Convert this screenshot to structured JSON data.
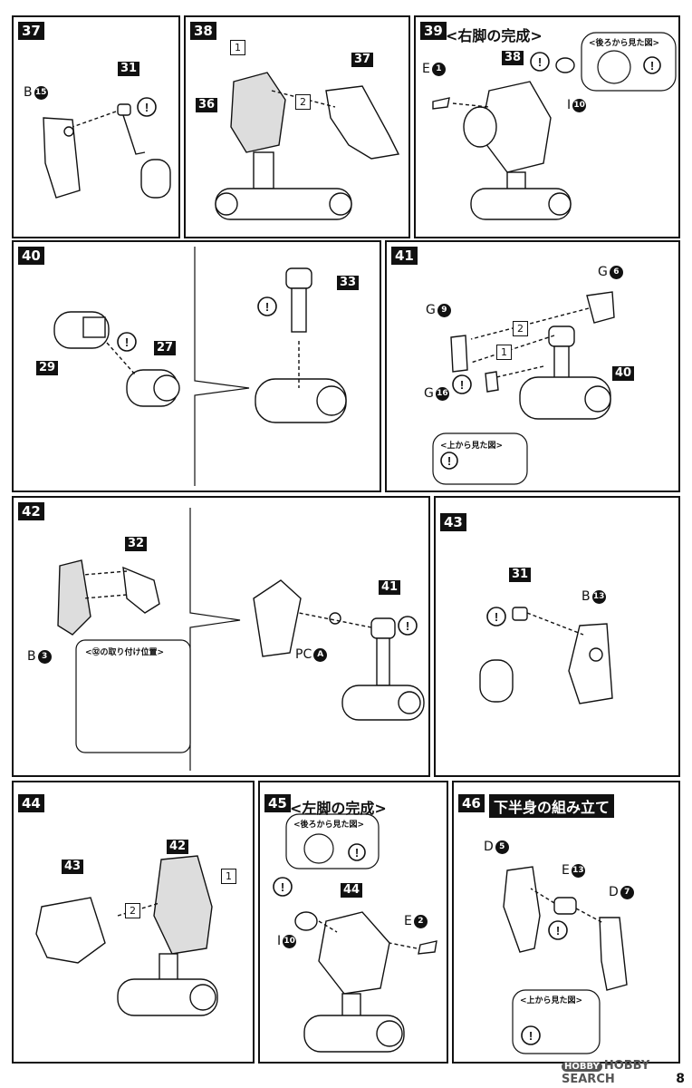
{
  "steps": {
    "s37": {
      "num": "37",
      "part": "31",
      "b_label": "B",
      "b_num": "15"
    },
    "s38": {
      "num": "38",
      "p36": "36",
      "p37": "37",
      "order1": "1",
      "order2": "2"
    },
    "s39": {
      "num": "39",
      "title": "<右脚の完成>",
      "p38": "38",
      "e_label": "E",
      "e_num": "1",
      "i_label": "I",
      "i_num": "10",
      "callout": "<後ろから見た図>"
    },
    "s40": {
      "num": "40",
      "p27": "27",
      "p29": "29",
      "p33": "33"
    },
    "s41": {
      "num": "41",
      "p40": "40",
      "g9": "G",
      "g9n": "9",
      "g6": "G",
      "g6n": "6",
      "g16": "G",
      "g16n": "16",
      "o1": "1",
      "o2": "2",
      "callout": "<上から見た図>"
    },
    "s42": {
      "num": "42",
      "p32": "32",
      "p41": "41",
      "b_label": "B",
      "b_num": "3",
      "pc_label": "PC",
      "pc_num": "A",
      "callout": "<㉜の取り付け位置>"
    },
    "s43": {
      "num": "43",
      "p31": "31",
      "b_label": "B",
      "b_num": "13"
    },
    "s44": {
      "num": "44",
      "p42": "42",
      "p43": "43",
      "o1": "1",
      "o2": "2"
    },
    "s45": {
      "num": "45",
      "title": "<左脚の完成>",
      "p44": "44",
      "e_label": "E",
      "e_num": "2",
      "i_label": "I",
      "i_num": "10",
      "callout": "<後ろから見た図>"
    },
    "s46": {
      "num": "46",
      "title": "下半身の組み立て",
      "d5": "D",
      "d5n": "5",
      "e13": "E",
      "e13n": "13",
      "d7": "D",
      "d7n": "7",
      "callout": "<上から見た図>"
    }
  },
  "watermark": {
    "badge": "HOBBY",
    "text": "HOBBY SEARCH"
  },
  "page_number": "8"
}
